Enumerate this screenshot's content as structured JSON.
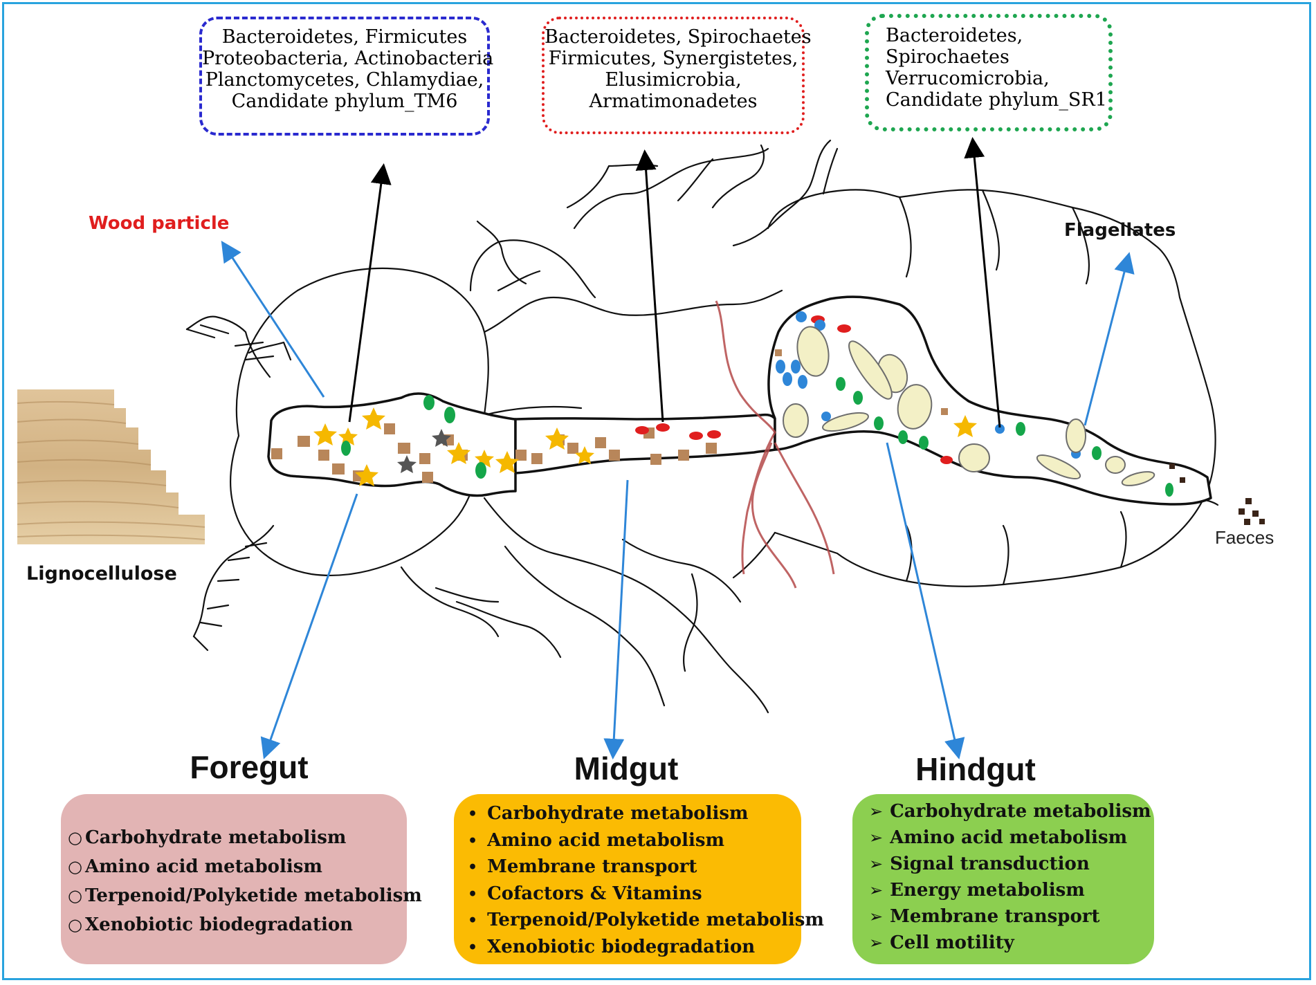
{
  "labels": {
    "wood_particle": "Wood particle",
    "flagellates": "Flagellates",
    "lignocellulose": "Lignocellulose",
    "faeces": "Faeces"
  },
  "phyla": {
    "foregut": [
      "Bacteroidetes, Firmicutes",
      "Proteobacteria, Actinobacteria",
      "Planctomycetes, Chlamydiae,",
      "Candidate phylum_TM6"
    ],
    "midgut": [
      "Bacteroidetes, Spirochaetes",
      "Firmicutes, Synergistetes,",
      "Elusimicrobia,",
      "Armatimonadetes"
    ],
    "hindgut": [
      "Bacteroidetes,",
      "Spirochaetes",
      "Verrucomicrobia,",
      "Candidate phylum_SR1"
    ]
  },
  "sections": {
    "foregut": {
      "title": "Foregut",
      "bullet": "○",
      "items": [
        "Carbohydrate  metabolism",
        "Amino acid metabolism",
        "Terpenoid/Polyketide metabolism",
        "Xenobiotic  biodegradation"
      ]
    },
    "midgut": {
      "title": "Midgut",
      "bullet": "•",
      "items": [
        "Carbohydrate  metabolism",
        "Amino acid metabolism",
        "Membrane transport",
        "Cofactors & Vitamins",
        "Terpenoid/Polyketide metabolism",
        "Xenobiotic  biodegradation"
      ]
    },
    "hindgut": {
      "title": "Hindgut",
      "bullet": "➢",
      "items": [
        "Carbohydrate  metabolism",
        "Amino acid metabolism",
        "Signal transduction",
        "Energy metabolism",
        "Membrane transport",
        "Cell motility"
      ]
    }
  },
  "colors": {
    "frame": "#29a3de",
    "foregut_box": "#e2b4b4",
    "midgut_box": "#fbbb03",
    "hindgut_box": "#8ccf50",
    "foregut_border": "#2a2acf",
    "midgut_border": "#e01e1e",
    "hindgut_border": "#1ea650",
    "arrow_blue": "#2e86d8",
    "wood_label": "#e01e1e"
  }
}
